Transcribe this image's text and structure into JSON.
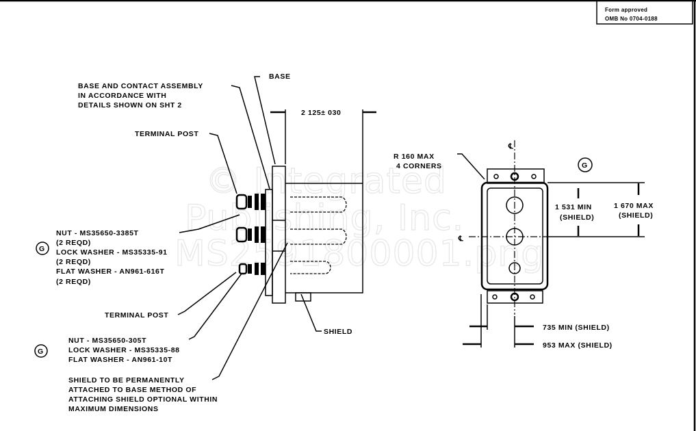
{
  "form_box": {
    "line1": "Form approved",
    "line2": "OMB No 0704-0188"
  },
  "watermark": {
    "line1": "© Integrated",
    "line2": "Publishing, Inc.",
    "line3": "MS2591800001.png"
  },
  "side_view": {
    "base_assembly_note": [
      "BASE AND CONTACT ASSEMBLY",
      "IN ACCORDANCE WITH",
      "DETAILS SHOWN ON SHT 2"
    ],
    "base_label": "BASE",
    "length_dim": "2 125± 030",
    "terminal_post_top": "TERMINAL POST",
    "callout_a": {
      "symbol": "G",
      "lines": [
        "NUT - MS35650-3385T",
        "(2 REQD)",
        "LOCK WASHER - MS35335-91",
        "(2 REQD)",
        "FLAT WASHER - AN961-616T",
        "(2 REQD)"
      ]
    },
    "terminal_post_bottom": "TERMINAL POST",
    "shield_label": "SHIELD",
    "callout_b": {
      "symbol": "G",
      "lines": [
        "NUT - MS35650-305T",
        "LOCK WASHER - MS35335-88",
        "FLAT WASHER - AN961-10T"
      ]
    },
    "shield_note": [
      "SHIELD TO BE PERMANENTLY",
      "ATTACHED TO BASE METHOD OF",
      "ATTACHING SHIELD OPTIONAL WITHIN",
      "MAXIMUM DIMENSIONS"
    ]
  },
  "end_view": {
    "radius_note": [
      "R 160 MAX",
      "4 CORNERS"
    ],
    "callout_symbol": "G",
    "centerline_symbol": "℄",
    "dim_min_height": [
      "1 531 MIN",
      "(SHIELD)"
    ],
    "dim_max_height": [
      "1 670 MAX",
      "(SHIELD)"
    ],
    "dim_min_width": "735 MIN (SHIELD)",
    "dim_max_width": "953 MAX (SHIELD)"
  }
}
